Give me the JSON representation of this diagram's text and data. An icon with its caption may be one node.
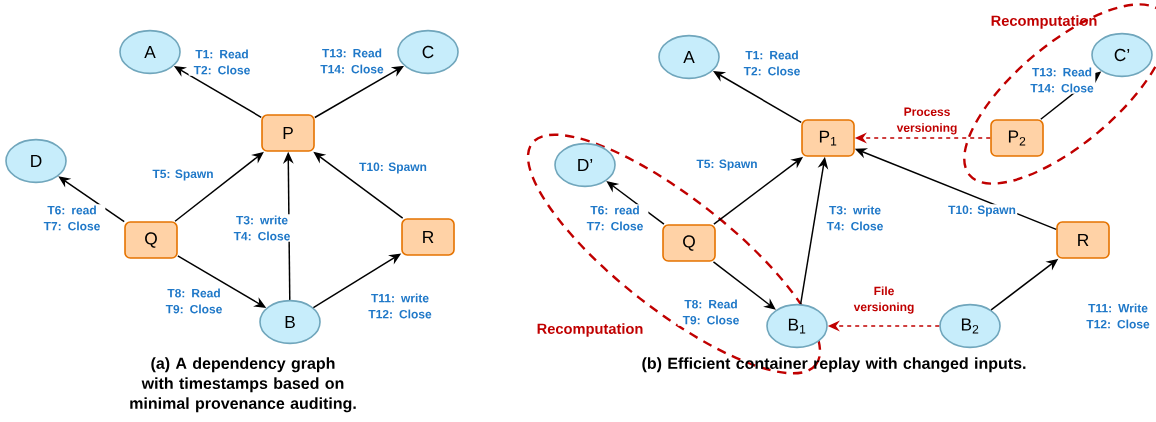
{
  "diagram": {
    "nodes": [
      {
        "text": [
          "A"
        ]
      },
      {
        "text": [
          "C"
        ]
      },
      {
        "text": [
          "P"
        ]
      },
      {
        "text": [
          "D"
        ]
      },
      {
        "text": [
          "Q"
        ]
      },
      {
        "text": [
          "R"
        ]
      },
      {
        "text": [
          "B"
        ]
      },
      {
        "text": [
          "A"
        ]
      },
      {
        "text": [
          "Recomputation"
        ]
      },
      {
        "text": [
          "C’"
        ],
        "in": 8
      },
      {
        "text": [
          "P$_{1}$"
        ]
      },
      {
        "text": [
          "P$_{2}$"
        ],
        "in": 8
      },
      {
        "text": [
          "Recomputation"
        ]
      },
      {
        "text": [
          "D’"
        ],
        "in": 12
      },
      {
        "text": [
          "Q"
        ],
        "in": 12
      },
      {
        "text": [
          "R"
        ]
      },
      {
        "text": [
          "B$_{1}$"
        ],
        "in": 12
      },
      {
        "text": [
          "B$_{2}$"
        ]
      }
    ],
    "edges": [
      {
        "from": 2,
        "to": 0,
        "arrow": "to",
        "label": "T1: Read T2: Close"
      },
      {
        "from": 2,
        "to": 1,
        "arrow": "to",
        "label": "T13: Read T14: Close"
      },
      {
        "from": 4,
        "to": 3,
        "arrow": "to",
        "label": "T6: read T7: Close"
      },
      {
        "from": 4,
        "to": 2,
        "arrow": "to",
        "label": "T5: Spawn"
      },
      {
        "from": 6,
        "to": 2,
        "arrow": "to",
        "label": "T3: write T4: Close"
      },
      {
        "from": 5,
        "to": 2,
        "arrow": "to",
        "label": "T10: Spawn"
      },
      {
        "from": 4,
        "to": 6,
        "arrow": "to",
        "label": "T8: Read T9: Close"
      },
      {
        "from": 6,
        "to": 5,
        "arrow": "to",
        "label": "T11: write T12: Close"
      },
      {
        "from": 10,
        "to": 7,
        "arrow": "to",
        "label": "T1: Read T2: Close"
      },
      {
        "from": 11,
        "to": 9,
        "arrow": "to",
        "label": "T13: Read T14: Close"
      },
      {
        "from": 11,
        "to": 10,
        "arrow": "to",
        "label": "Process versioning",
        "style": "dashed",
        "color": "#c00000"
      },
      {
        "from": 14,
        "to": 13,
        "arrow": "to",
        "label": "T6: read T7: Close"
      },
      {
        "from": 14,
        "to": 10,
        "arrow": "to",
        "label": "T5: Spawn"
      },
      {
        "from": 16,
        "to": 10,
        "arrow": "to",
        "label": "T3: write T4: Close"
      },
      {
        "from": 15,
        "to": 10,
        "arrow": "to",
        "label": "T10: Spawn"
      },
      {
        "from": 14,
        "to": 16,
        "arrow": "to",
        "label": "T8: Read T9: Close"
      },
      {
        "from": 17,
        "to": 16,
        "arrow": "to",
        "label": "File versioning",
        "style": "dashed",
        "color": "#c00000"
      },
      {
        "from": 17,
        "to": 15,
        "arrow": "to",
        "label": "T11: Write T12: Close"
      }
    ],
    "labels": [
      "(a) A dependency graph with timestamps based on minimal provenance auditing.",
      "(b) Efficient container replay with changed inputs."
    ]
  }
}
